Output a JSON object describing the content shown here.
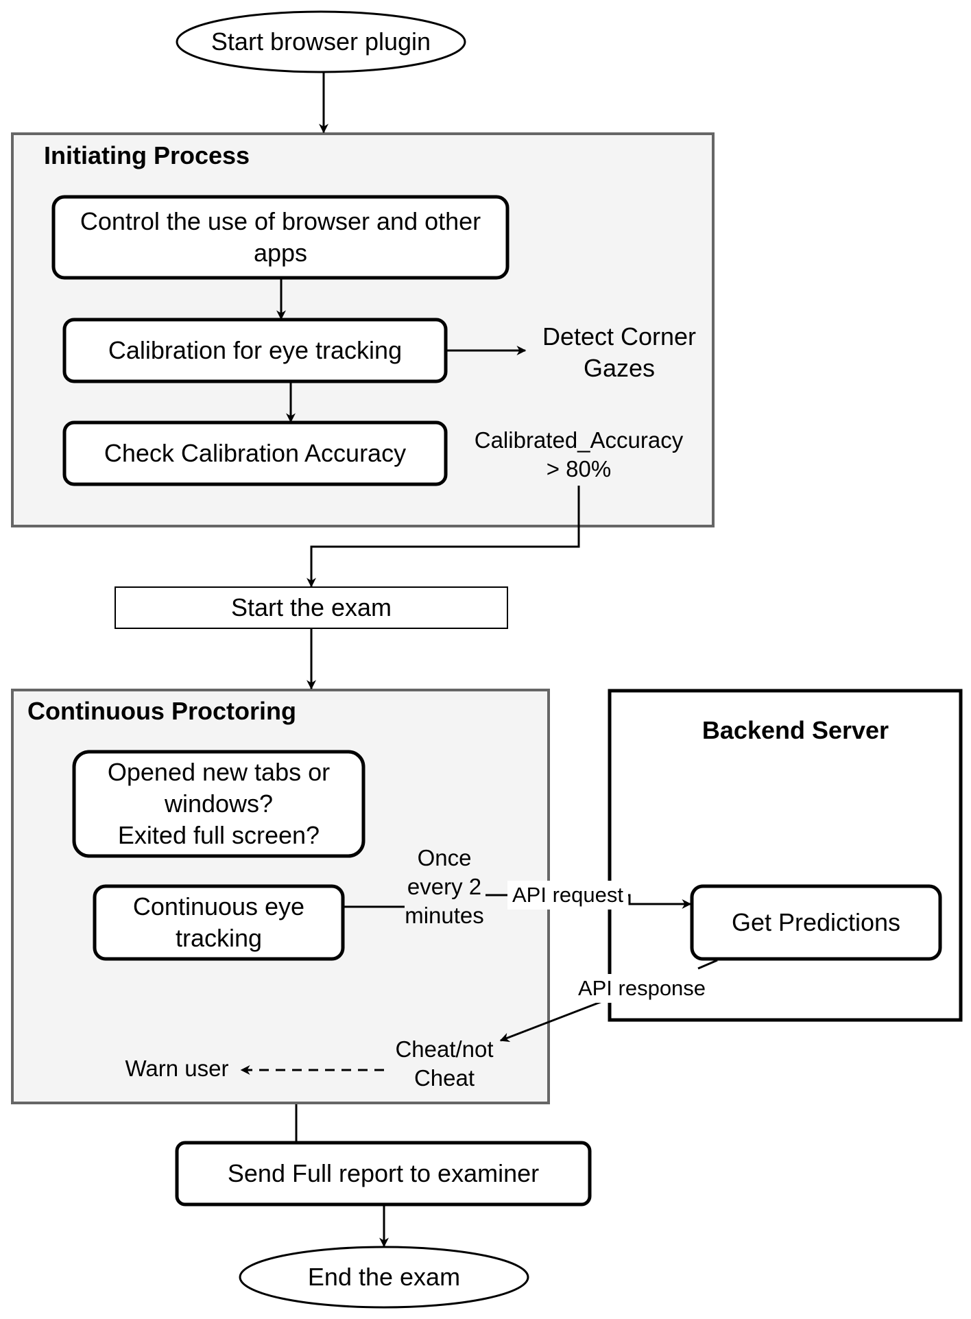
{
  "nodes": {
    "start_plugin": "Start browser plugin",
    "control_apps": "Control the use of browser and other\napps",
    "calibration": "Calibration for eye tracking",
    "detect_corner": "Detect Corner\nGazes",
    "check_accuracy": "Check Calibration Accuracy",
    "start_exam": "Start the exam",
    "opened_tabs": "Opened new tabs or\nwindows?\nExited full screen?",
    "eye_tracking": "Continuous eye\ntracking",
    "get_predictions": "Get Predictions",
    "cheat_not_cheat": "Cheat/not\nCheat",
    "warn_user": "Warn user",
    "send_report": "Send Full report to examiner",
    "end_exam": "End the exam"
  },
  "groups": {
    "initiating": "Initiating Process",
    "continuous": "Continuous Proctoring",
    "backend": "Backend Server"
  },
  "edge_labels": {
    "accuracy_condition": "Calibrated_Accuracy\n> 80%",
    "frequency": "Once\nevery 2\nminutes",
    "api_request": "API request",
    "api_response": "API response"
  },
  "colors": {
    "group_fill": "#f4f4f4",
    "group_border": "#666666",
    "line": "#000000"
  }
}
